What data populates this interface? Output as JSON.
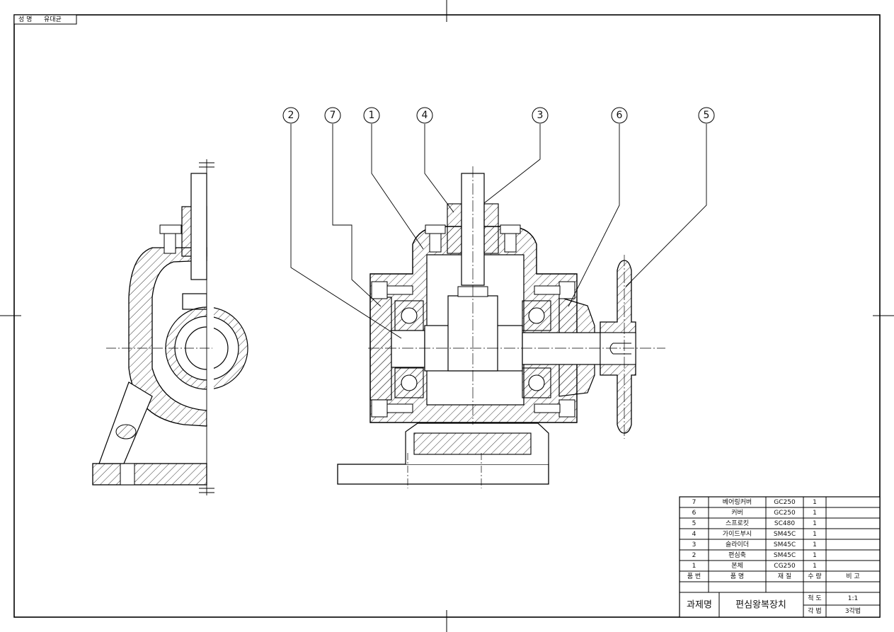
{
  "header": {
    "name_label": "성 명",
    "name_value": "유대균"
  },
  "balloons": [
    "2",
    "7",
    "1",
    "4",
    "3",
    "6",
    "5"
  ],
  "parts": [
    {
      "no": "7",
      "name": "베어링커버",
      "material": "GC250",
      "qty": "1",
      "note": ""
    },
    {
      "no": "6",
      "name": "커버",
      "material": "GC250",
      "qty": "1",
      "note": ""
    },
    {
      "no": "5",
      "name": "스프로킷",
      "material": "SC480",
      "qty": "1",
      "note": ""
    },
    {
      "no": "4",
      "name": "가이드부시",
      "material": "SM45C",
      "qty": "1",
      "note": ""
    },
    {
      "no": "3",
      "name": "슬라이더",
      "material": "SM45C",
      "qty": "1",
      "note": ""
    },
    {
      "no": "2",
      "name": "편심축",
      "material": "SM45C",
      "qty": "1",
      "note": ""
    },
    {
      "no": "1",
      "name": "본체",
      "material": "CG250",
      "qty": "1",
      "note": ""
    }
  ],
  "table_header": {
    "no": "품 번",
    "name": "품 명",
    "material": "재 질",
    "qty": "수 량",
    "note": "비 고"
  },
  "title_block": {
    "project_label": "과제명",
    "project_name": "편심왕복장치",
    "scale_label": "척 도",
    "scale_value": "1:1",
    "projection_label": "각 법",
    "projection_value": "3각법"
  }
}
